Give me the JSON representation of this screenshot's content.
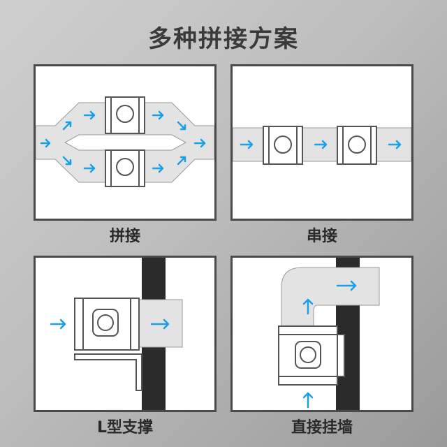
{
  "title": "多种拼接方案",
  "panels": [
    {
      "caption": "拼接"
    },
    {
      "caption": "串接"
    },
    {
      "caption": "L型支撑"
    },
    {
      "caption": "直接挂墙"
    }
  ],
  "colors": {
    "arrow": "#1aa0e6",
    "duct": "#e3e3e3",
    "wall": "#2b2b2b",
    "outline": "#555555"
  }
}
